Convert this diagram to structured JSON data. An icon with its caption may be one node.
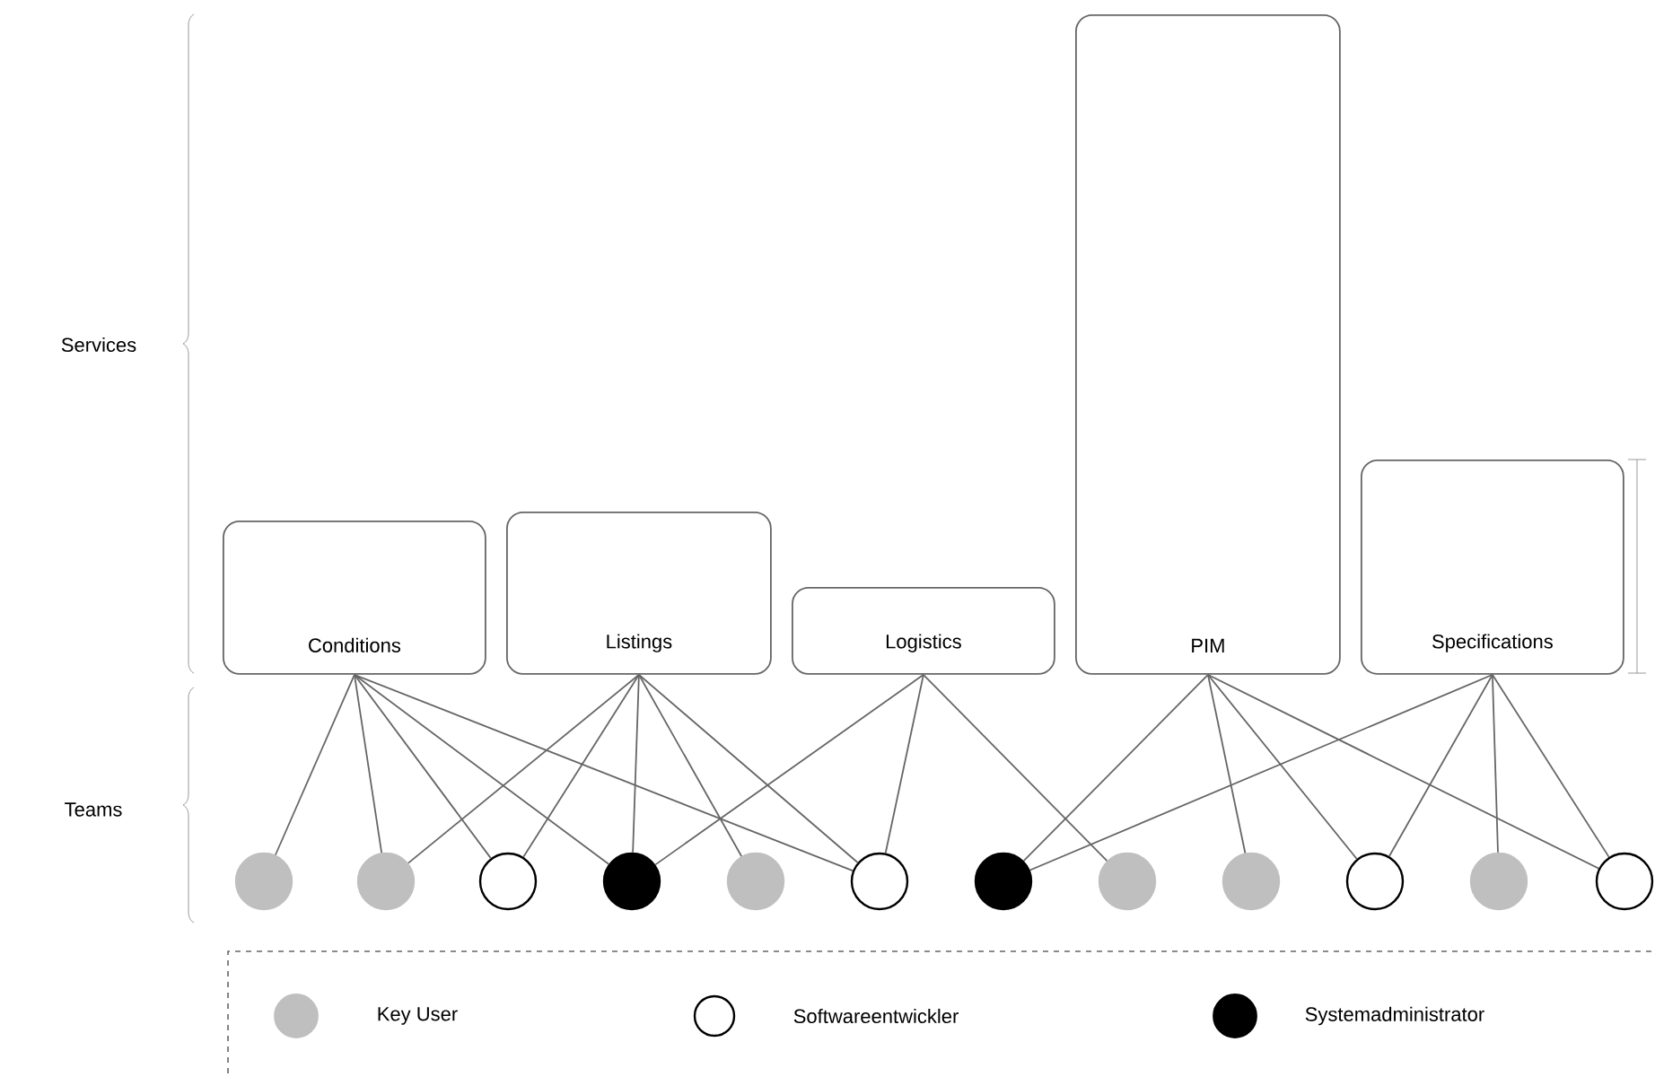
{
  "diagram": {
    "nodes": [
      {
        "text": [
          "Conditions"
        ]
      },
      {
        "text": [
          "Listings"
        ]
      },
      {
        "text": [
          "Logistics"
        ]
      },
      {
        "text": [
          "PIM"
        ]
      },
      {
        "text": [
          "Specifications"
        ]
      },
      {
        "text": [],
        "shape": "circle"
      },
      {
        "text": [],
        "shape": "circle"
      },
      {
        "text": [],
        "shape": "circle"
      },
      {
        "text": [],
        "shape": "circle"
      },
      {
        "text": [],
        "shape": "circle"
      },
      {
        "text": [],
        "shape": "circle"
      },
      {
        "text": [],
        "shape": "circle"
      },
      {
        "text": [],
        "shape": "circle"
      },
      {
        "text": [],
        "shape": "circle"
      },
      {
        "text": [],
        "shape": "circle"
      },
      {
        "text": [],
        "shape": "circle"
      },
      {
        "text": [],
        "shape": "circle"
      }
    ],
    "edges": [
      {
        "from": 0,
        "to": 5,
        "arrow": "none"
      },
      {
        "from": 0,
        "to": 6,
        "arrow": "none"
      },
      {
        "from": 0,
        "to": 7,
        "arrow": "none"
      },
      {
        "from": 0,
        "to": 8,
        "arrow": "none"
      },
      {
        "from": 0,
        "to": 10,
        "arrow": "none"
      },
      {
        "from": 1,
        "to": 6,
        "arrow": "none"
      },
      {
        "from": 1,
        "to": 7,
        "arrow": "none"
      },
      {
        "from": 1,
        "to": 8,
        "arrow": "none"
      },
      {
        "from": 1,
        "to": 9,
        "arrow": "none"
      },
      {
        "from": 1,
        "to": 10,
        "arrow": "none"
      },
      {
        "from": 2,
        "to": 8,
        "arrow": "none"
      },
      {
        "from": 2,
        "to": 10,
        "arrow": "none"
      },
      {
        "from": 2,
        "to": 12,
        "arrow": "none"
      },
      {
        "from": 3,
        "to": 11,
        "arrow": "none"
      },
      {
        "from": 3,
        "to": 13,
        "arrow": "none"
      },
      {
        "from": 3,
        "to": 14,
        "arrow": "none"
      },
      {
        "from": 3,
        "to": 16,
        "arrow": "none"
      },
      {
        "from": 4,
        "to": 11,
        "arrow": "none"
      },
      {
        "from": 4,
        "to": 14,
        "arrow": "none"
      },
      {
        "from": 4,
        "to": 15,
        "arrow": "none"
      },
      {
        "from": 4,
        "to": 16,
        "arrow": "none"
      }
    ],
    "labels": [
      "Services",
      "Teams"
    ],
    "legend": [
      {
        "text": "Key User",
        "color": "#bfbfbf"
      },
      {
        "text": "Softwareentwickler"
      },
      {
        "text": "Systemadministrator",
        "color": "#000000"
      }
    ]
  }
}
